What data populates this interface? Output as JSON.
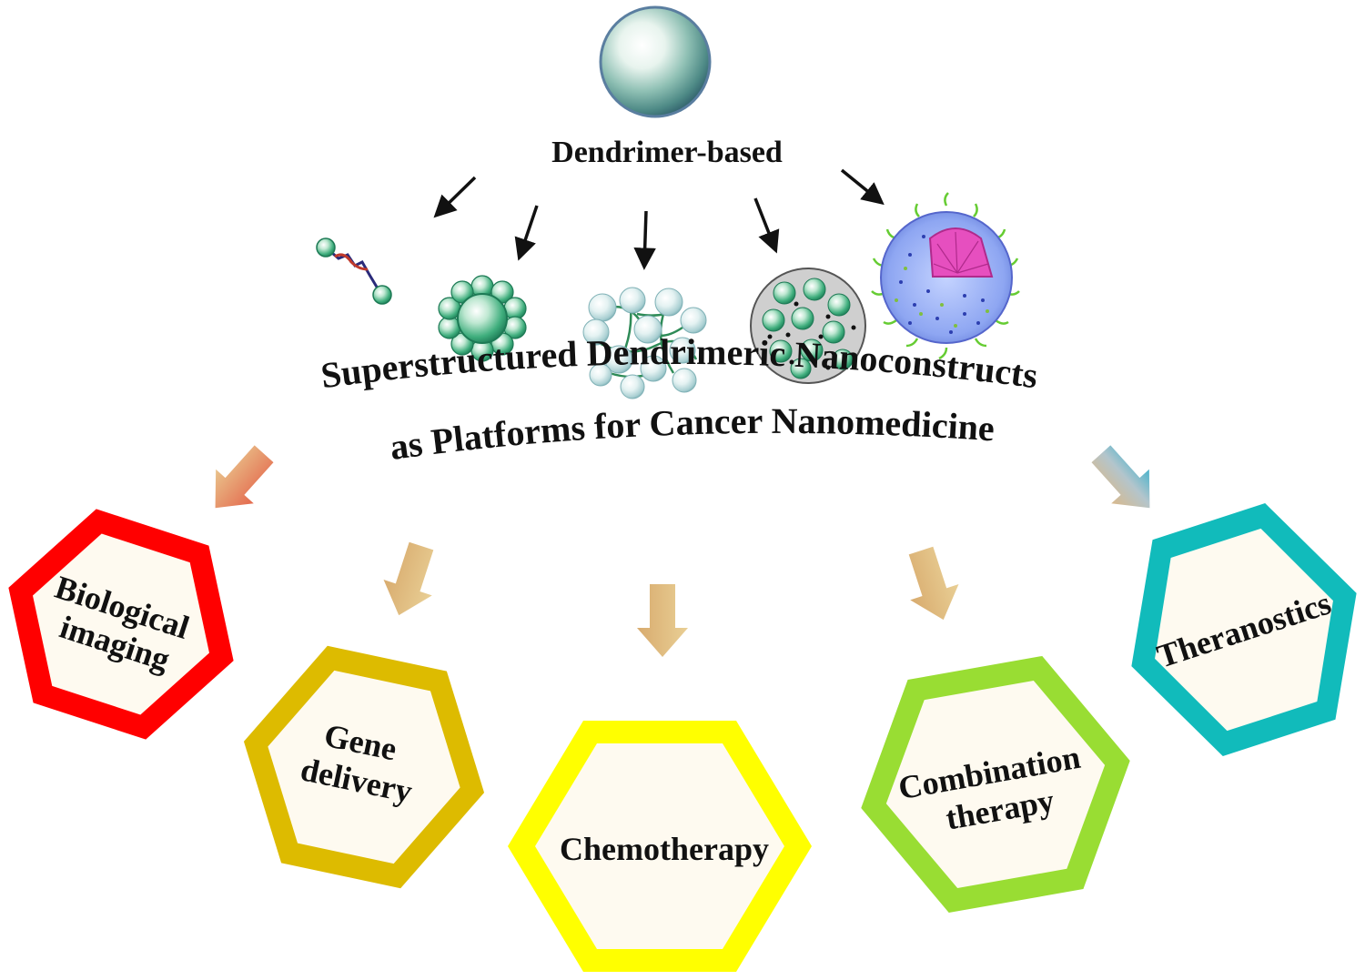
{
  "header": {
    "text": "Dendrimer-based"
  },
  "title": {
    "line1": "Superstructured Dendrimeric Nanoconstructs",
    "line2": "as Platforms for Cancer Nanomedicine"
  },
  "nanoconstructs": [
    {
      "name": "dendrimer-dimer-icon"
    },
    {
      "name": "core-shell-assembly-icon"
    },
    {
      "name": "dendrimer-network-icon"
    },
    {
      "name": "dendrimer-loaded-nanoparticle-icon"
    },
    {
      "name": "hybrid-micelle-icon"
    }
  ],
  "applications": [
    {
      "id": "biological-imaging",
      "lines": [
        "Biological",
        "imaging"
      ],
      "color": "#ff0000"
    },
    {
      "id": "gene-delivery",
      "lines": [
        "Gene",
        "delivery"
      ],
      "color": "#ddbb00"
    },
    {
      "id": "chemotherapy",
      "lines": [
        "Chemotherapy"
      ],
      "color": "#ffff00"
    },
    {
      "id": "combination-therapy",
      "lines": [
        "Combination",
        "therapy"
      ],
      "color": "#99dd33"
    },
    {
      "id": "theranostics",
      "lines": [
        "Theranostics"
      ],
      "color": "#11bbbb"
    }
  ],
  "colors": {
    "hexagon_fill": "#fefaf0",
    "sphere_teal": "#2aa878",
    "arrow_tan": "#e3b878"
  }
}
